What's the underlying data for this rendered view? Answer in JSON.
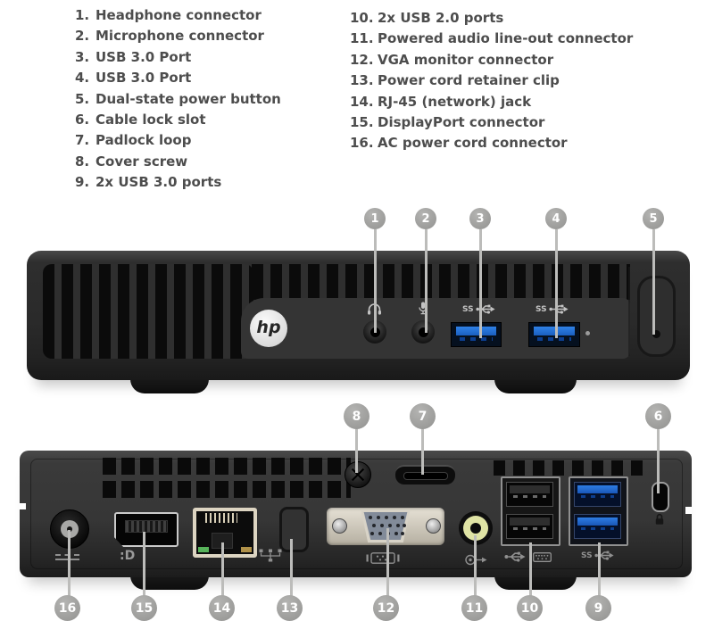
{
  "legend": {
    "left": [
      {
        "num": "1.",
        "text": "Headphone connector"
      },
      {
        "num": "2.",
        "text": "Microphone connector"
      },
      {
        "num": "3.",
        "text": "USB 3.0 Port"
      },
      {
        "num": "4.",
        "text": "USB 3.0 Port"
      },
      {
        "num": "5.",
        "text": "Dual-state power button"
      },
      {
        "num": "6.",
        "text": "Cable lock slot"
      },
      {
        "num": "7.",
        "text": "Padlock loop"
      },
      {
        "num": "8.",
        "text": "Cover screw"
      },
      {
        "num": "9.",
        "text": "2x USB 3.0 ports"
      }
    ],
    "right": [
      {
        "num": "10.",
        "text": "2x USB 2.0 ports"
      },
      {
        "num": "11.",
        "text": "Powered audio line-out connector"
      },
      {
        "num": "12.",
        "text": "VGA monitor connector"
      },
      {
        "num": "13.",
        "text": "Power cord retainer clip"
      },
      {
        "num": "14.",
        "text": "RJ-45 (network) jack"
      },
      {
        "num": "15.",
        "text": "DisplayPort connector"
      },
      {
        "num": "16.",
        "text": "AC power cord connector"
      }
    ]
  },
  "callouts": {
    "c1": "1",
    "c2": "2",
    "c3": "3",
    "c4": "4",
    "c5": "5",
    "c6": "6",
    "c7": "7",
    "c8": "8",
    "c9": "9",
    "c10": "10",
    "c11": "11",
    "c12": "12",
    "c13": "13",
    "c14": "14",
    "c15": "15",
    "c16": "16"
  },
  "front": {
    "hp_logo": "hp",
    "usb3_badge": "SS"
  },
  "back": {
    "usb3_badge": "SS",
    "displayport_badge": ":D"
  },
  "icons": [
    "headphone-icon",
    "microphone-icon",
    "superspeed-usb-icon",
    "dc-power-icon",
    "displayport-icon",
    "network-icon",
    "vga-icon",
    "audio-line-out-icon",
    "usb-icon",
    "keyboard-icon",
    "padlock-icon"
  ],
  "colors": {
    "usb3_blue": "#1f6fd6",
    "callout_gray": "#a2a2a0",
    "leader_gray": "#bcbcba",
    "rj45_beige": "#ddd5c2",
    "audio_ring": "#dfe3a4",
    "led_green": "#57b35a",
    "led_amber": "#b09149",
    "legend_text": "#4d4d4d"
  }
}
